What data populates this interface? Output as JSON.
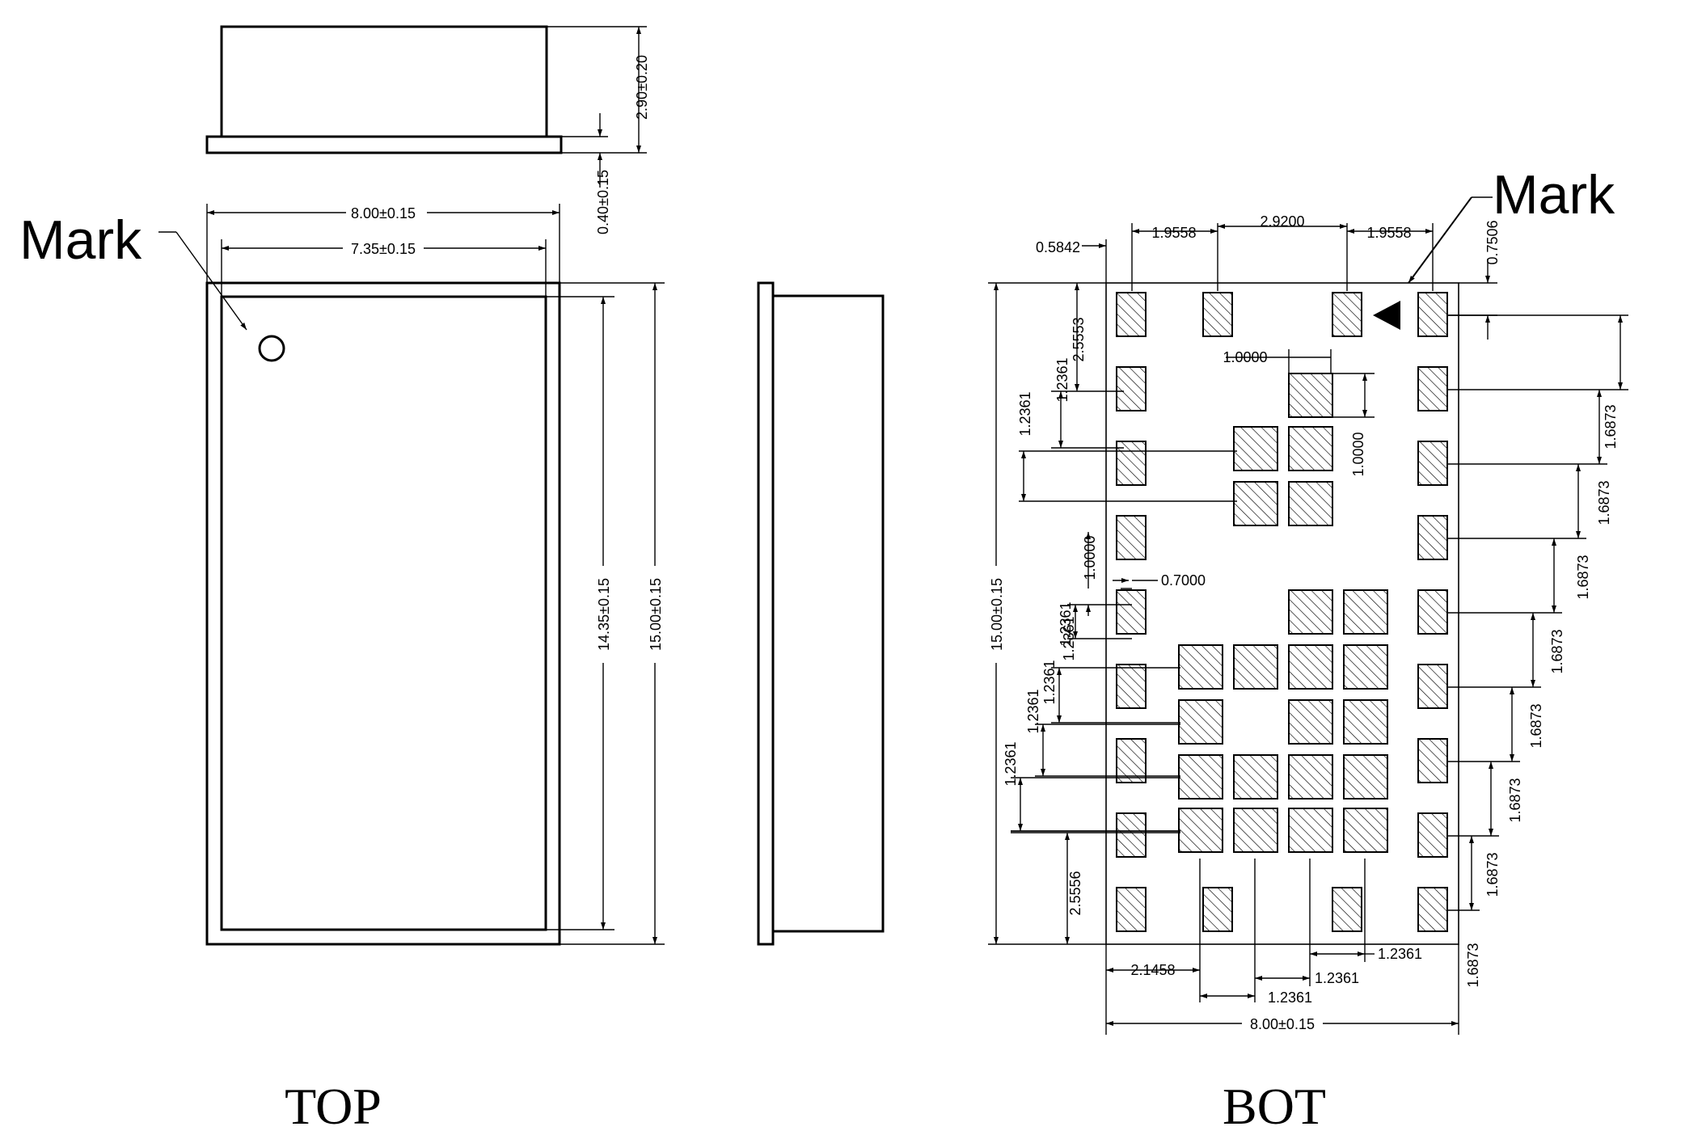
{
  "views": {
    "top_label": "TOP",
    "bottom_label": "BOT"
  },
  "marks": {
    "top_mark_label": "Mark",
    "bottom_mark_label": "Mark"
  },
  "top_view_dims": {
    "height": "2.90±0.20",
    "flange": "0.40±0.15",
    "outer_width": "8.00±0.15",
    "inner_width": "7.35±0.15",
    "inner_length": "14.35±0.15",
    "outer_length": "15.00±0.15"
  },
  "bottom_view_dims": {
    "left_offset": "0.5842",
    "pitch_a": "1.9558",
    "pitch_center": "2.9200",
    "pitch_b": "1.9558",
    "top_offset": "0.7506",
    "first_row": "2.5553",
    "row_pitch_1": "1.2361",
    "row_pitch_2": "1.2361",
    "pad_size": "1.0000",
    "pad_height": "1.0000",
    "edge_pad_h": "1.0000",
    "edge_pad_w": "0.7000",
    "left_pitch_1": "1.2361",
    "left_pitch_2": "1.2361",
    "left_pitch_3": "1.2361",
    "left_pitch_4": "1.2361",
    "left_pitch_5": "1.2361",
    "bottom_row": "2.5556",
    "overall_length": "15.00±0.15",
    "right_pitch_1": "1.6873",
    "right_pitch_2": "1.6873",
    "right_pitch_3": "1.6873",
    "right_pitch_4": "1.6873",
    "right_pitch_5": "1.6873",
    "right_pitch_6": "1.6873",
    "right_pitch_7": "1.6873",
    "right_pitch_8": "1.6873",
    "bottom_left": "2.1458",
    "col_pitch_1": "1.2361",
    "col_pitch_2": "1.2361",
    "col_pitch_3": "1.2361",
    "overall_width": "8.00±0.15"
  }
}
